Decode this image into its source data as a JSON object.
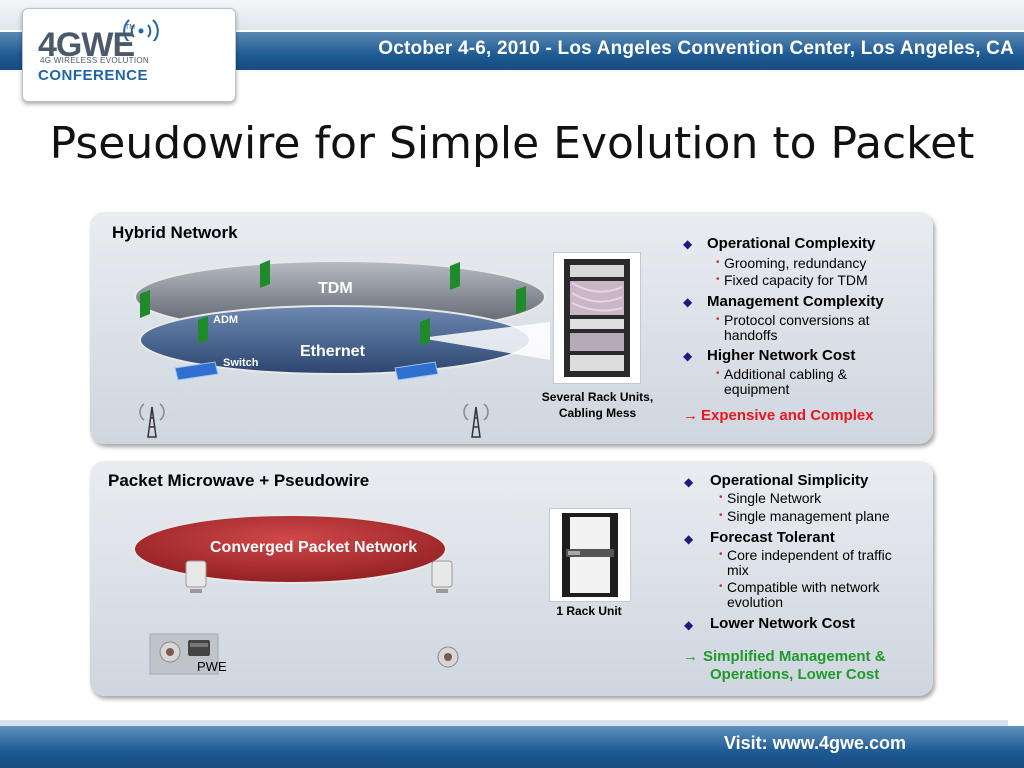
{
  "header": {
    "date_location": "October 4-6, 2010 - Los Angeles Convention Center, Los Angeles, CA"
  },
  "logo": {
    "main": "4GWE",
    "tm": "TM",
    "subtitle": "4G WIRELESS EVOLUTION",
    "conference": "CONFERENCE"
  },
  "slide": {
    "title": "Pseudowire for Simple Evolution to Packet"
  },
  "hybrid": {
    "title": "Hybrid Network",
    "tdm_label": "TDM",
    "ethernet_label": "Ethernet",
    "adm_label": "ADM",
    "switch_label": "Switch",
    "rack_caption_line1": "Several Rack Units,",
    "rack_caption_line2": "Cabling Mess",
    "bullets": [
      {
        "text": "Operational Complexity",
        "subs": [
          "Grooming, redundancy",
          "Fixed capacity for TDM"
        ]
      },
      {
        "text": "Management Complexity",
        "subs": [
          "Protocol conversions at",
          "handoffs"
        ]
      },
      {
        "text": "Higher Network Cost",
        "subs": [
          "Additional cabling &",
          "equipment"
        ]
      }
    ],
    "conclusion": "Expensive and Complex"
  },
  "packet": {
    "title": "Packet Microwave + Pseudowire",
    "network_label": "Converged Packet Network",
    "pwe_label": "PWE",
    "rack_caption": "1 Rack Unit",
    "bullets": [
      {
        "text": "Operational Simplicity",
        "subs": [
          "Single Network",
          "Single management plane"
        ]
      },
      {
        "text": "Forecast Tolerant",
        "subs": [
          "Core independent of traffic",
          "mix",
          "Compatible with network",
          "evolution"
        ]
      },
      {
        "text": "Lower Network Cost",
        "subs": []
      }
    ],
    "conclusion_line1": "Simplified Management &",
    "conclusion_line2": "Operations, Lower Cost"
  },
  "footer": {
    "visit": "Visit: www.4gwe.com"
  },
  "icons": {
    "bullet": "diamond-icon",
    "arrow": "arrow-right-icon",
    "antenna": "cell-tower-icon"
  },
  "colors": {
    "brand_blue": "#1e5a94",
    "red": "#e8171f",
    "green": "#1f9a2b",
    "converged": "#b0292c"
  }
}
